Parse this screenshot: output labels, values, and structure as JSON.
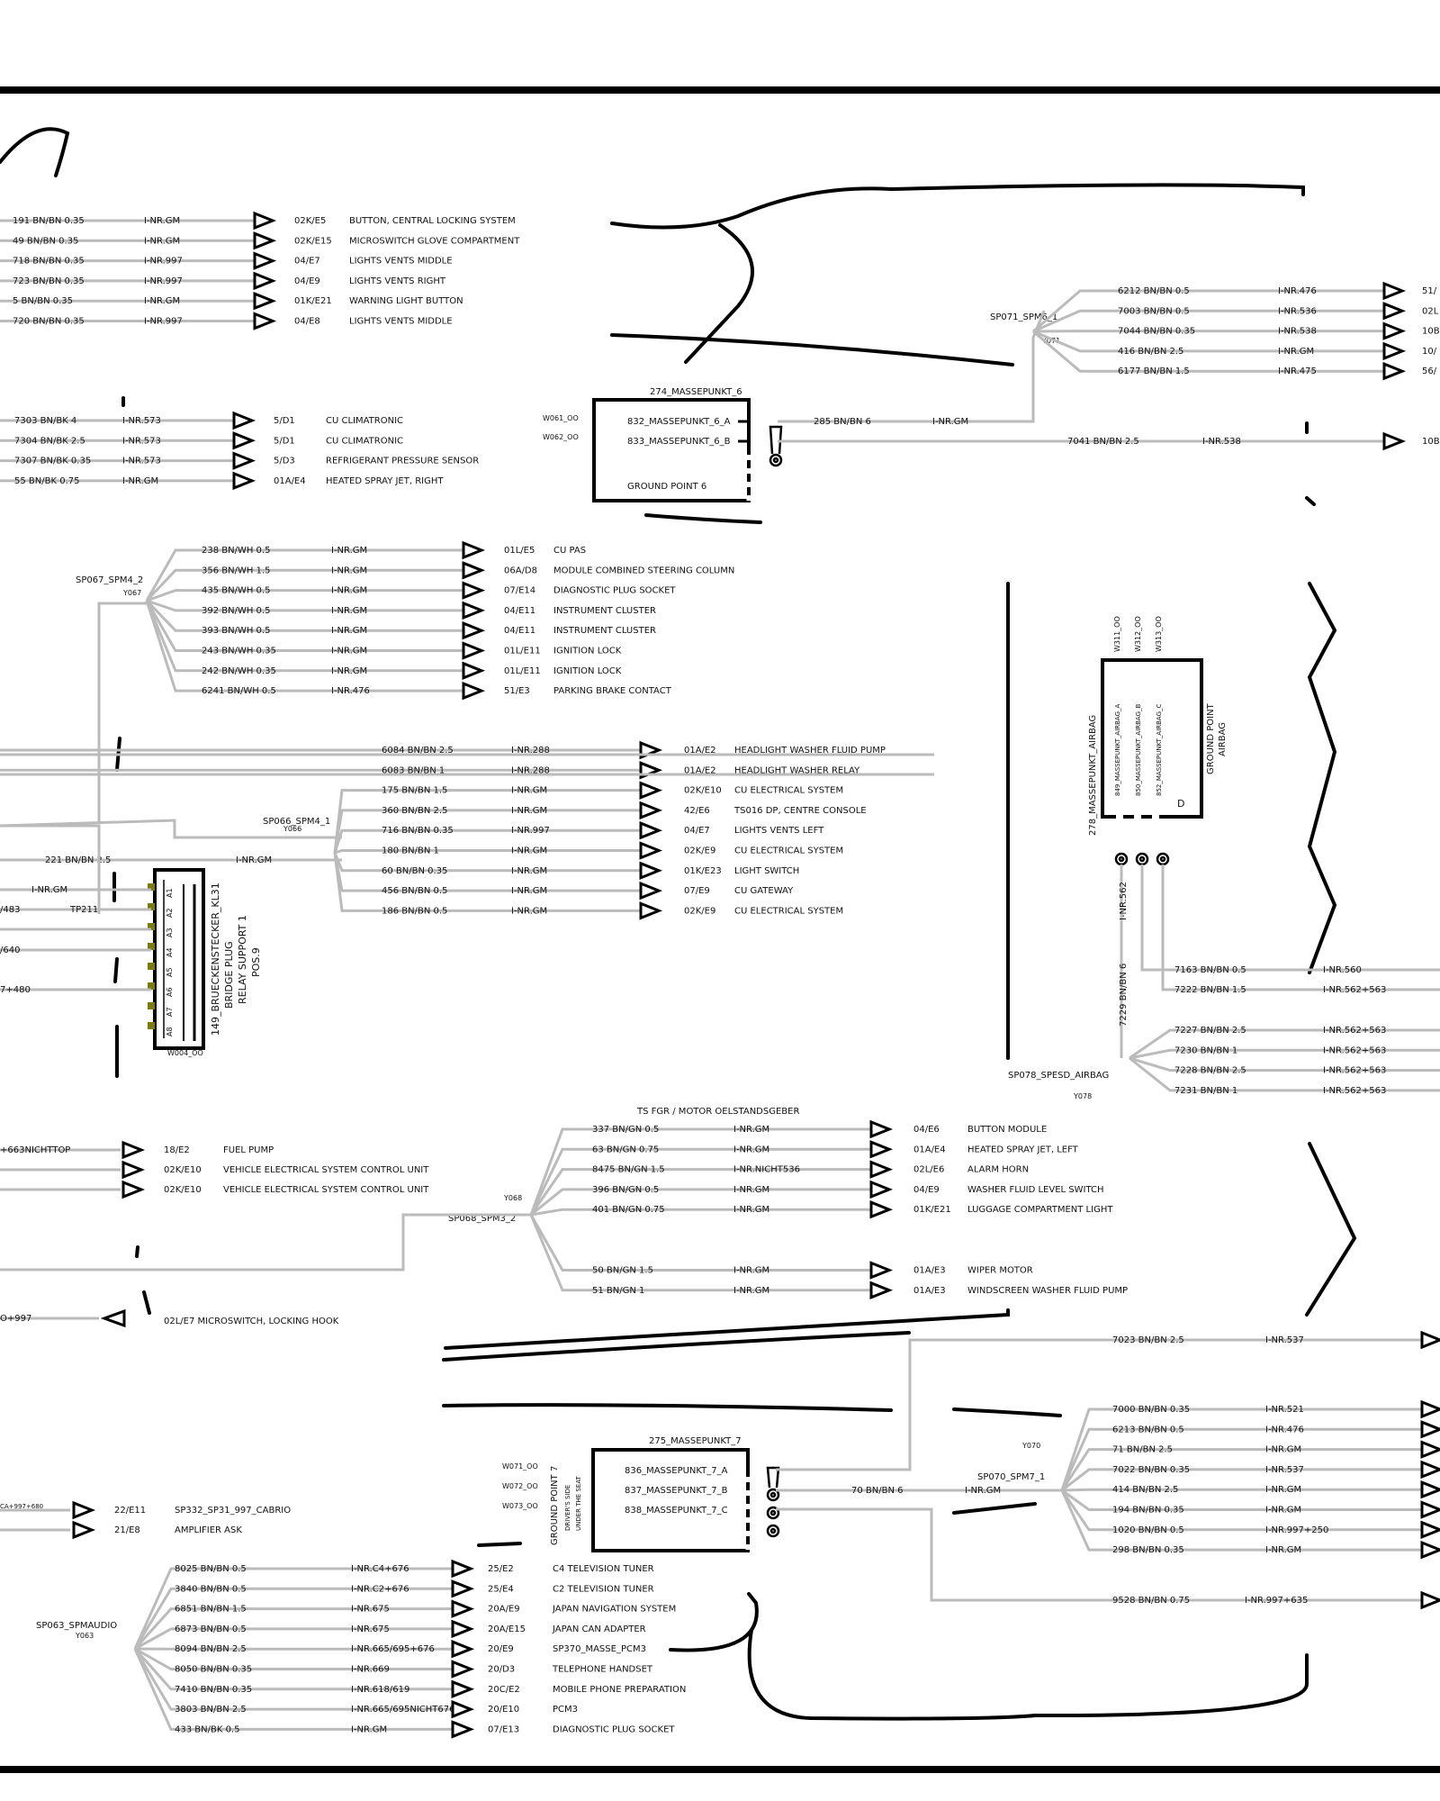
{
  "groups": [
    {
      "id": "top",
      "wires": [
        {
          "label": "191 BN/BN 0.35",
          "inr": "I-NR.GM",
          "ref": "02K/E5",
          "desc": "BUTTON, CENTRAL LOCKING SYSTEM"
        },
        {
          "label": "49 BN/BN 0.35",
          "inr": "I-NR.GM",
          "ref": "02K/E15",
          "desc": "MICROSWITCH  GLOVE COMPARTMENT"
        },
        {
          "label": "718 BN/BN 0.35",
          "inr": "I-NR.997",
          "ref": "04/E7",
          "desc": "LIGHTS  VENTS  MIDDLE"
        },
        {
          "label": "723 BN/BN 0.35",
          "inr": "I-NR.997",
          "ref": "04/E9",
          "desc": "LIGHTS  VENTS  RIGHT"
        },
        {
          "label": "5 BN/BN 0.35",
          "inr": "I-NR.GM",
          "ref": "01K/E21",
          "desc": "WARNING LIGHT BUTTON"
        },
        {
          "label": "720 BN/BN 0.35",
          "inr": "I-NR.997",
          "ref": "04/E8",
          "desc": "LIGHTS  VENTS  MIDDLE"
        }
      ]
    },
    {
      "id": "clim",
      "wires": [
        {
          "label": "7303 BN/BK 4",
          "inr": "I-NR.573",
          "ref": "5/D1",
          "desc": "CU CLIMATRONIC"
        },
        {
          "label": "7304 BN/BK 2.5",
          "inr": "I-NR.573",
          "ref": "5/D1",
          "desc": "CU CLIMATRONIC"
        },
        {
          "label": "7307 BN/BK 0.35",
          "inr": "I-NR.573",
          "ref": "5/D3",
          "desc": "REFRIGERANT PRESSURE SENSOR"
        },
        {
          "label": "55 BN/BK 0.75",
          "inr": "I-NR.GM",
          "ref": "01A/E4",
          "desc": "HEATED  SPRAY JET,  RIGHT"
        }
      ]
    },
    {
      "id": "spm4_2",
      "splice": "SP067_SPM4_2",
      "y": "Y067",
      "wires": [
        {
          "label": "238 BN/WH 0.5",
          "inr": "I-NR.GM",
          "ref": "01L/E5",
          "desc": "CU PAS"
        },
        {
          "label": "356 BN/WH 1.5",
          "inr": "I-NR.GM",
          "ref": "06A/D8",
          "desc": "MODULE  COMBINED STEERING COLUMN"
        },
        {
          "label": "435 BN/WH 0.5",
          "inr": "I-NR.GM",
          "ref": "07/E14",
          "desc": "DIAGNOSTIC PLUG SOCKET"
        },
        {
          "label": "392 BN/WH 0.5",
          "inr": "I-NR.GM",
          "ref": "04/E11",
          "desc": "INSTRUMENT CLUSTER"
        },
        {
          "label": "393 BN/WH 0.5",
          "inr": "I-NR.GM",
          "ref": "04/E11",
          "desc": "INSTRUMENT CLUSTER"
        },
        {
          "label": "243 BN/WH 0.35",
          "inr": "I-NR.GM",
          "ref": "01L/E11",
          "desc": "IGNITION LOCK"
        },
        {
          "label": "242 BN/WH 0.35",
          "inr": "I-NR.GM",
          "ref": "01L/E11",
          "desc": "IGNITION LOCK"
        },
        {
          "label": "6241 BN/WH 0.5",
          "inr": "I-NR.476",
          "ref": "51/E3",
          "desc": "PARKING  BRAKE  CONTACT"
        }
      ]
    },
    {
      "id": "spm4_1",
      "splice": "SP066_SPM4_1",
      "y": "Y066",
      "wires": [
        {
          "label": "6084 BN/BN 2.5",
          "inr": "I-NR.288",
          "ref": "01A/E2",
          "desc": "HEADLIGHT  WASHER   FLUID PUMP"
        },
        {
          "label": "6083 BN/BN 1",
          "inr": "I-NR.288",
          "ref": "01A/E2",
          "desc": "HEADLIGHT  WASHER   RELAY"
        },
        {
          "label": "175 BN/BN 1.5",
          "inr": "I-NR.GM",
          "ref": "02K/E10",
          "desc": "CU ELECTRICAL SYSTEM"
        },
        {
          "label": "360 BN/BN 2.5",
          "inr": "I-NR.GM",
          "ref": "42/E6",
          "desc": "TS016 DP, CENTRE CONSOLE"
        },
        {
          "label": "716 BN/BN 0.35",
          "inr": "I-NR.997",
          "ref": "04/E7",
          "desc": "LIGHTS  VENTS   LEFT"
        },
        {
          "label": "180 BN/BN 1",
          "inr": "I-NR.GM",
          "ref": "02K/E9",
          "desc": "CU ELECTRICAL SYSTEM"
        },
        {
          "label": "60 BN/BN 0.35",
          "inr": "I-NR.GM",
          "ref": "01K/E23",
          "desc": "LIGHT SWITCH"
        },
        {
          "label": "456 BN/BN 0.5",
          "inr": "I-NR.GM",
          "ref": "07/E9",
          "desc": "CU GATEWAY"
        },
        {
          "label": "186 BN/BN 0.5",
          "inr": "I-NR.GM",
          "ref": "02K/E9",
          "desc": "CU ELECTRICAL SYSTEM"
        }
      ]
    },
    {
      "id": "spm3_2",
      "splice": "SP068_SPM3_2",
      "y": "Y068",
      "wires": [
        {
          "label": "337 BN/GN 0.5",
          "inr": "I-NR.GM",
          "ref": "04/E6",
          "desc": "BUTTON  MODULE"
        },
        {
          "label": "63 BN/GN 0.75",
          "inr": "I-NR.GM",
          "ref": "01A/E4",
          "desc": "HEATED  SPRAY JET,  LEFT"
        },
        {
          "label": "8475 BN/GN 1.5",
          "inr": "I-NR.NICHT536",
          "ref": "02L/E6",
          "desc": "ALARM HORN"
        },
        {
          "label": "396 BN/GN 0.5",
          "inr": "I-NR.GM",
          "ref": "04/E9",
          "desc": "WASHER FLUID LEVEL   SWITCH"
        },
        {
          "label": "401 BN/GN 0.75",
          "inr": "I-NR.GM",
          "ref": "01K/E21",
          "desc": "LUGGAGE   COMPARTMENT   LIGHT"
        },
        {
          "label": "50 BN/GN 1.5",
          "inr": "I-NR.GM",
          "ref": "01A/E3",
          "desc": "WIPER MOTOR"
        },
        {
          "label": "51 BN/GN 1",
          "inr": "I-NR.GM",
          "ref": "01A/E3",
          "desc": "WINDSCREEN   WASHER   FLUID PUMP"
        }
      ]
    },
    {
      "id": "audio",
      "splice": "SP063_SPMAUDIO",
      "y": "Y063",
      "wires": [
        {
          "label": "8025 BN/BN 0.5",
          "inr": "I-NR.C4+676",
          "ref": "25/E2",
          "desc": "C4   TELEVISION TUNER"
        },
        {
          "label": "3840 BN/BN 0.5",
          "inr": "I-NR.C2+676",
          "ref": "25/E4",
          "desc": "C2   TELEVISION TUNER"
        },
        {
          "label": "6851 BN/BN 1.5",
          "inr": "I-NR.675",
          "ref": "20A/E9",
          "desc": "JAPAN NAVIGATION SYSTEM"
        },
        {
          "label": "6873 BN/BN 0.5",
          "inr": "I-NR.675",
          "ref": "20A/E15",
          "desc": "JAPAN CAN ADAPTER"
        },
        {
          "label": "8094 BN/BN 2.5",
          "inr": "I-NR.665/695+676",
          "ref": "20/E9",
          "desc": "SP370_MASSE_PCM3"
        },
        {
          "label": "8050 BN/BN 0.35",
          "inr": "I-NR.669",
          "ref": "20/D3",
          "desc": "TELEPHONE HANDSET"
        },
        {
          "label": "7410 BN/BN 0.35",
          "inr": "I-NR.618/619",
          "ref": "20C/E2",
          "desc": "MOBILE   PHONE   PREPARATION"
        },
        {
          "label": "3803 BN/BN 2.5",
          "inr": "I-NR.665/695NICHT676",
          "ref": "20/E10",
          "desc": "PCM3"
        },
        {
          "label": "433 BN/BK 0.5",
          "inr": "I-NR.GM",
          "ref": "07/E13",
          "desc": "DIAGNOSTIC PLUG SOCKET"
        }
      ]
    },
    {
      "id": "spm6_1",
      "splice": "SP071_SPM6_1",
      "y": "Y071",
      "wires": [
        {
          "label": "6212 BN/BN 0.5",
          "inr": "I-NR.476",
          "ref": "51/"
        },
        {
          "label": "7003 BN/BN 0.5",
          "inr": "I-NR.536",
          "ref": "02L"
        },
        {
          "label": "7044 BN/BN 0.35",
          "inr": "I-NR.538",
          "ref": "10B"
        },
        {
          "label": "416 BN/BN 2.5",
          "inr": "I-NR.GM",
          "ref": "10/"
        },
        {
          "label": "6177 BN/BN 1.5",
          "inr": "I-NR.475",
          "ref": "56/"
        }
      ]
    },
    {
      "id": "spm7_1",
      "splice": "SP070_SPM7_1",
      "y": "Y070",
      "wires": [
        {
          "label": "7000 BN/BN 0.35",
          "inr": "I-NR.521"
        },
        {
          "label": "6213 BN/BN 0.5",
          "inr": "I-NR.476"
        },
        {
          "label": "71 BN/BN 2.5",
          "inr": "I-NR.GM"
        },
        {
          "label": "7022 BN/BN 0.35",
          "inr": "I-NR.537"
        },
        {
          "label": "414 BN/BN 2.5",
          "inr": "I-NR.GM"
        },
        {
          "label": "194 BN/BN 0.35",
          "inr": "I-NR.GM"
        },
        {
          "label": "1020 BN/BN 0.5",
          "inr": "I-NR.997+250"
        },
        {
          "label": "298 BN/BN 0.35",
          "inr": "I-NR.GM"
        }
      ]
    },
    {
      "id": "airbag_out",
      "splice": "SP078_SPESD_AIRBAG",
      "y": "Y078",
      "wires": [
        {
          "label": "7227 BN/BN 2.5",
          "inr": "I-NR.562+563"
        },
        {
          "label": "7230 BN/BN 1",
          "inr": "I-NR.562+563"
        },
        {
          "label": "7228 BN/BN 2.5",
          "inr": "I-NR.562+563"
        },
        {
          "label": "7231 BN/BN 1",
          "inr": "I-NR.562+563"
        }
      ]
    }
  ],
  "ground6": {
    "title": "274_MASSEPUNKT_6",
    "pins": [
      "832_MASSEPUNKT_6_A",
      "833_MASSEPUNKT_6_B"
    ],
    "name": "GROUND POINT 6",
    "w1": "W061_OO",
    "w2": "W062_OO",
    "wire1": "285 BN/BN 6",
    "wire1_inr": "I-NR.GM",
    "wire2": "7041 BN/BN 2.5",
    "wire2_inr": "I-NR.538",
    "wire2_ref": "10B"
  },
  "ground7": {
    "title": "275_MASSEPUNKT_7",
    "pins": [
      "836_MASSEPUNKT_7_A",
      "837_MASSEPUNKT_7_B",
      "838_MASSEPUNKT_7_C"
    ],
    "side_label": "GROUND POINT 7",
    "side_sub1": "DRIVER'S SIDE",
    "side_sub2": "UNDER THE SEAT",
    "w1": "W071_OO",
    "w2": "W072_OO",
    "w3": "W073_OO",
    "wire_main": "70 BN/BN 6",
    "wire_main_inr": "I-NR.GM",
    "wire_top": "7023 BN/BN 2.5",
    "wire_top_inr": "I-NR.537",
    "wire_bot": "9528 BN/BN 0.75",
    "wire_bot_inr": "I-NR.997+635"
  },
  "airbag": {
    "title": "278_MASSEPUNKT_AIRBAG",
    "pins": [
      "849_MASSEPUNKT_AIRBAG_A",
      "850_MASSEPUNKT_AIRBAG_B",
      "852_MASSEPUNKT_AIRBAG_C"
    ],
    "w": [
      "W311_OO",
      "W312_OO",
      "W313_OO"
    ],
    "name1": "GROUND POINT",
    "name2": "AIRBAG",
    "d": "D",
    "inr_vert": "I-NR.562",
    "wire_vert": "7229 BN/BN 6",
    "wire_a": "7163 BN/BN 0.5",
    "wire_a_inr": "I-NR.560",
    "wire_b": "7222 BN/BN 1.5",
    "wire_b_inr": "I-NR.562+563"
  },
  "bridge": {
    "line1": "149_BRUECKENSTECKER_KL31",
    "line2": "BRIDGE PLUG",
    "line3": "RELAY SUPPORT 1",
    "line4": "POS.9",
    "w": "W004_OO",
    "pins": [
      "A1",
      "A2",
      "A3",
      "A4",
      "A5",
      "A6",
      "A7",
      "A8"
    ],
    "wire221": "221 BN/BN 2.5",
    "wire221_inr": "I-NR.GM",
    "inr_gm": "I-NR.GM",
    "w483": "/483",
    "tp": "TP211",
    "w640": "/640",
    "w480": "7+480"
  },
  "misc": {
    "fuel": "+663NICHTTOP",
    "fuel_ref": "18/E2",
    "fuel_desc": "FUEL PUMP",
    "ves1_ref": "02K/E10",
    "ves1_desc": "VEHICLE ELECTRICAL SYSTEM    CONTROL UNIT",
    "ves2_ref": "02K/E10",
    "ves2_desc": "VEHICLE ELECTRICAL SYSTEM    CONTROL UNIT",
    "ts_label": "TS FGR  /  MOTOR OELSTANDSGEBER",
    "micro_wire": "O+997",
    "micro": "02L/E7 MICROSWITCH,  LOCKING  HOOK",
    "cabrio_wire": "CA+997+680",
    "cabrio_ref": "22/E11",
    "cabrio_desc": "SP332_SP31_997_CABRIO",
    "amp_ref": "21/E8",
    "amp_desc": "AMPLIFIER  ASK"
  }
}
